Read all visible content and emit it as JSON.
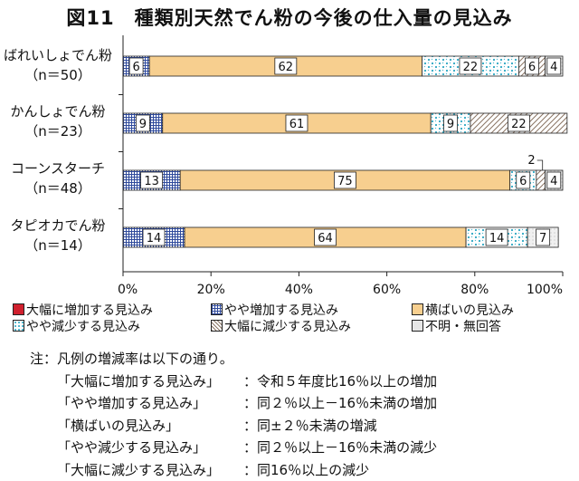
{
  "title": "図11　種類別天然でん粉の今後の仕入量の見込み",
  "chart_data": {
    "type": "bar",
    "orientation": "horizontal",
    "stacked": true,
    "percent": true,
    "categories": [
      {
        "name": "ばれいしょでん粉",
        "n": "（n＝50）"
      },
      {
        "name": "かんしょでん粉",
        "n": "（n＝23）"
      },
      {
        "name": "コーンスターチ",
        "n": "（n＝48）"
      },
      {
        "name": "タピオカでん粉",
        "n": "（n＝14）"
      }
    ],
    "series": [
      {
        "name": "大幅に増加する見込み",
        "color": "#d0202e",
        "values": [
          0,
          0,
          0,
          0
        ]
      },
      {
        "name": "やや増加する見込み",
        "color": "#3b5aa8",
        "values": [
          6,
          9,
          13,
          14
        ]
      },
      {
        "name": "横ばいの見込み",
        "color": "#f7cf8f",
        "values": [
          62,
          61,
          75,
          64
        ]
      },
      {
        "name": "やや減少する見込み",
        "color": "#5cc0d6",
        "values": [
          22,
          9,
          6,
          14
        ]
      },
      {
        "name": "大幅に減少する見込み",
        "color": "#9b8777",
        "values": [
          6,
          22,
          2,
          0
        ]
      },
      {
        "name": "不明・無回答",
        "color": "#bdbdbd",
        "values": [
          4,
          0,
          4,
          7
        ]
      }
    ],
    "xlim": [
      0,
      100
    ],
    "xticks": [
      "0%",
      "20%",
      "40%",
      "60%",
      "80%",
      "100%"
    ],
    "legend_position": "bottom"
  },
  "notes": {
    "heading": "注：凡例の増減率は以下の通り。",
    "items": [
      {
        "key": "「大幅に増加する見込み」",
        "value": "：令和５年度比16％以上の増加"
      },
      {
        "key": "「やや増加する見込み」",
        "value": "：同２％以上－16％未満の増加"
      },
      {
        "key": "「横ばいの見込み」",
        "value": "：同±２％未満の増減"
      },
      {
        "key": "「やや減少する見込み」",
        "value": "：同２％以上－16％未満の減少"
      },
      {
        "key": "「大幅に減少する見込み」",
        "value": "：同16％以上の減少"
      }
    ]
  }
}
